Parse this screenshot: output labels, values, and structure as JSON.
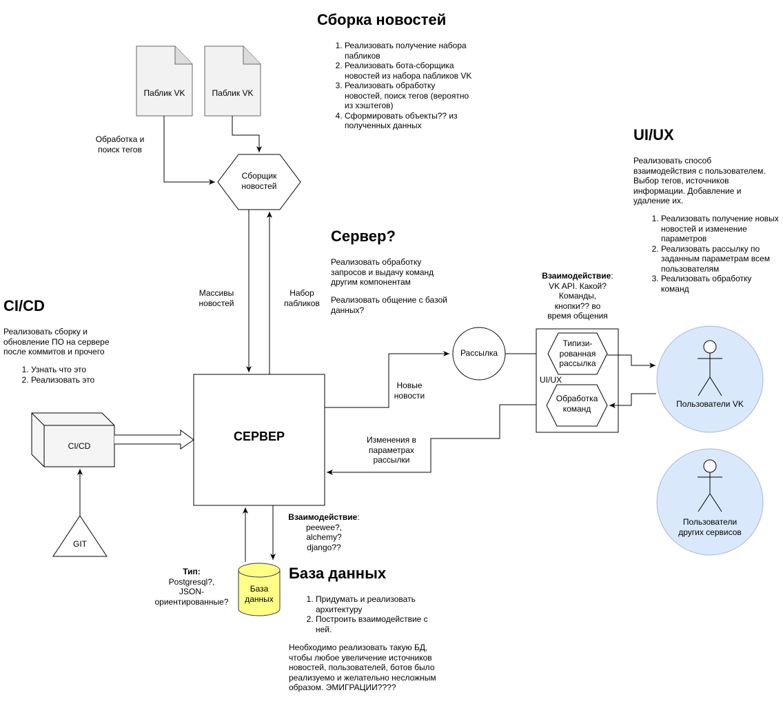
{
  "news_section": {
    "heading": "Сборка новостей",
    "items": [
      "Реализовать получение набора пабликов",
      "Реализовать бота-сборщика новостей из набора пабликов VK",
      "Реализовать обработку новостей, поиск тегов (вероятно из хэштегов)",
      "Сформировать объекты?? из полученных данных"
    ]
  },
  "uiux_section": {
    "heading": "UI/UX",
    "intro": "Реализовать способ взаимодействия с пользователем. Выбор тегов, источников информации. Добавление и удаление их.",
    "items": [
      "Реализовать получение новых новостей и изменение параметров",
      "Реализовать рассылку по заданным параметрам всем пользователям",
      "Реализовать обработку команд"
    ]
  },
  "server_section": {
    "heading": "Сервер?",
    "text1": "Реализовать обработку запросов и выдачу команд другим компонентам",
    "text2": "Реализовать общение с базой данных?"
  },
  "cicd_section": {
    "heading": "CI/CD",
    "text": "Реализовать сборку и обновление ПО на сервере после коммитов и прочего",
    "items": [
      "Узнать что это",
      "Реализовать это"
    ]
  },
  "db_section": {
    "heading": "База данных",
    "items": [
      "Придумать и реализовать архитектуру",
      "Построить взаимодействие с ней."
    ],
    "text": "Необходимо реализовать такую БД, чтобы любое увеличение источников новостей, пользователей, ботов было реализуемо и желательно несложным образом. ЭМИГРАЦИИ????"
  },
  "nodes": {
    "vk_public_1": "Паблик VK",
    "vk_public_2": "Паблик VK",
    "collector": "Сборщик\nновостей",
    "server": "СЕРВЕР",
    "mailing": "Рассылка",
    "typed_mailing": "Типизи-\nрованная\nрассылка",
    "command_processing": "Обработка\nкоманд",
    "uiux_box": "UI/UX",
    "cicd": "CI/CD",
    "git": "GIT",
    "database": "База\nданных",
    "vk_users": "Пользователи VK",
    "other_users": "Пользователи\nдругих сервисов"
  },
  "edge_labels": {
    "processing_tags": "Обработка и\nпоиск тегов",
    "news_arrays": "Массивы\nновостей",
    "publics_set": "Набор\nпабликов",
    "new_news": "Новые\nновости",
    "param_changes": "Изменения в\nпараметрах\nрассылки"
  },
  "interaction_vk": {
    "title": "Взаимодействие",
    "text": "VK API. Какой?\nКоманды,\nкнопки?? во\nвремя общения"
  },
  "interaction_db": {
    "title": "Взаимодействие",
    "text": "peewee?,\nalchemy?\ndjango??"
  },
  "db_type": {
    "title": "Тип:",
    "text": "Postgresql?,\nJSON-\nориентированные?"
  },
  "colors": {
    "doc_fill": "#f2f2f2",
    "doc_stroke": "#666666",
    "user_fill": "#dae8fc",
    "user_stroke": "#a3b7d3",
    "db_fill": "#ffff88",
    "db_stroke": "#36393d"
  }
}
